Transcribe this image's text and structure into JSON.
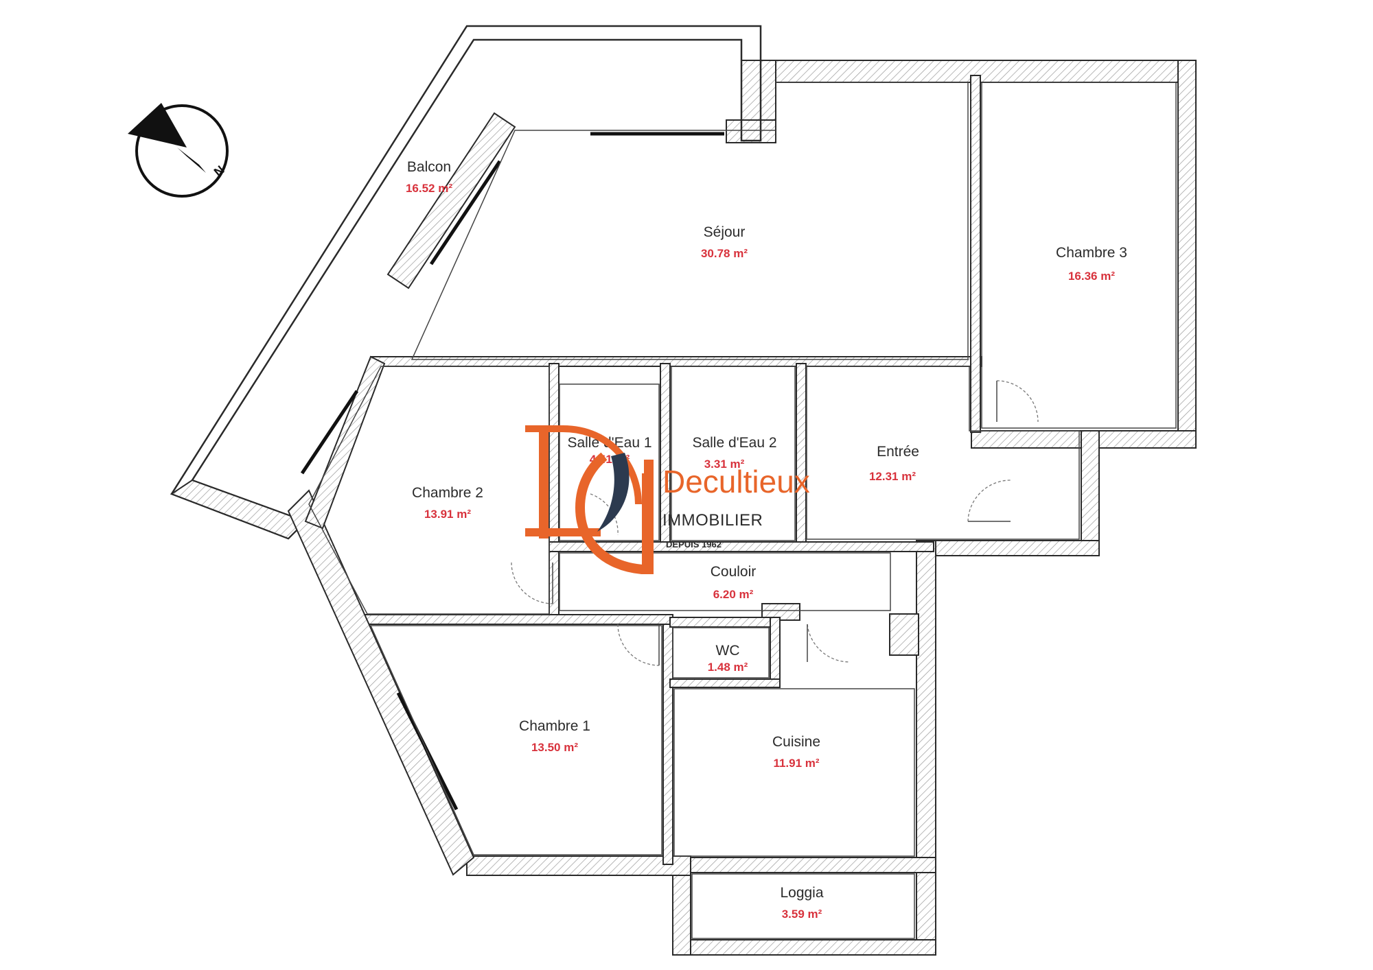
{
  "rooms": {
    "balcon": {
      "name": "Balcon",
      "area": "16.52 m²"
    },
    "sejour": {
      "name": "Séjour",
      "area": "30.78 m²"
    },
    "chambre3": {
      "name": "Chambre 3",
      "area": "16.36 m²"
    },
    "chambre2": {
      "name": "Chambre 2",
      "area": "13.91 m²"
    },
    "salle1": {
      "name": "Salle d'Eau 1",
      "area": "4.41 m²"
    },
    "salle2": {
      "name": "Salle d'Eau 2",
      "area": "3.31 m²"
    },
    "entree": {
      "name": "Entrée",
      "area": "12.31 m²"
    },
    "couloir": {
      "name": "Couloir",
      "area": "6.20 m²"
    },
    "wc": {
      "name": "WC",
      "area": "1.48 m²"
    },
    "chambre1": {
      "name": "Chambre 1",
      "area": "13.50 m²"
    },
    "cuisine": {
      "name": "Cuisine",
      "area": "11.91 m²"
    },
    "loggia": {
      "name": "Loggia",
      "area": "3.59 m²"
    }
  },
  "compass": {
    "label": "N"
  },
  "brand": {
    "name": "Decultieux",
    "subtitle": "IMMOBILIER",
    "since": "DEPUIS 1962",
    "colors": {
      "orange": "#e8652a",
      "navy": "#2c3a4f"
    }
  },
  "colors": {
    "area_text": "#d8323c",
    "wall_stroke": "#2a2a2a"
  }
}
